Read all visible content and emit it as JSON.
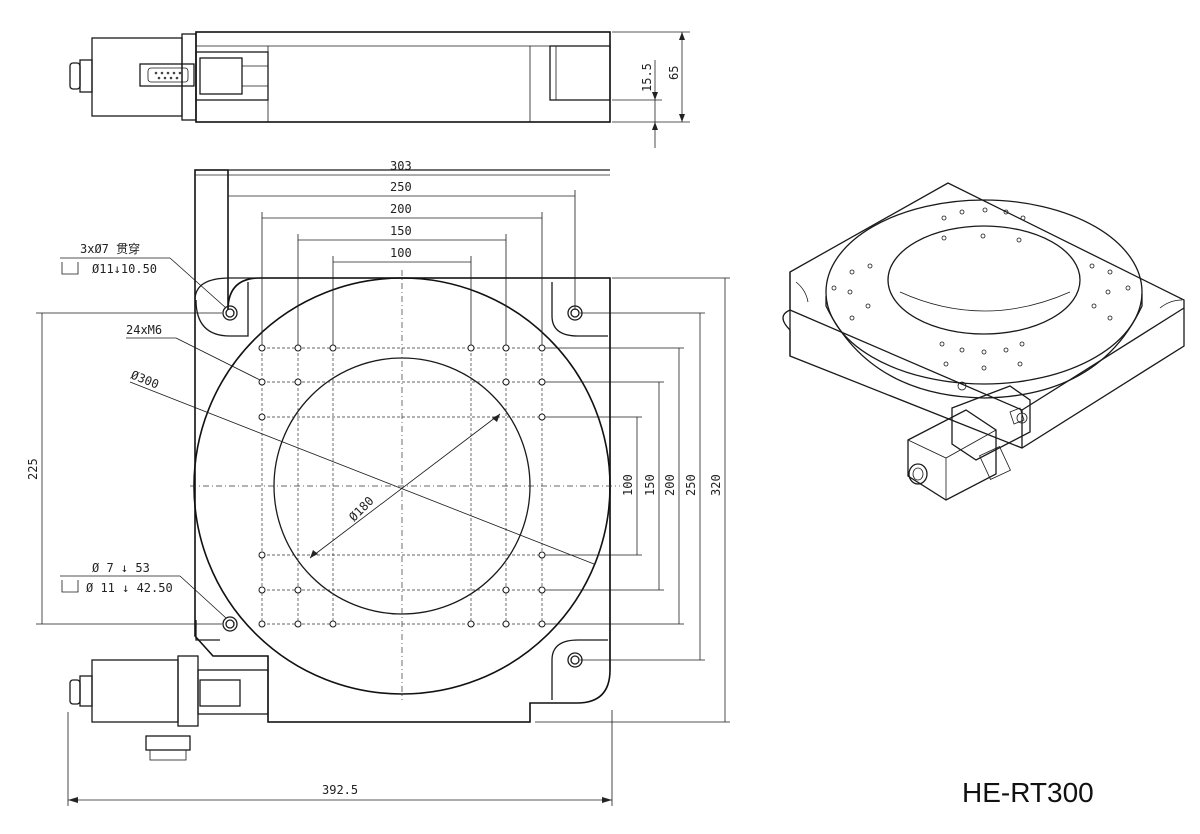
{
  "title": "HE-RT300",
  "side_view": {
    "dim_height": "65",
    "dim_step": "15.5"
  },
  "top_view": {
    "dim_width_horizontal": [
      "303",
      "250",
      "200",
      "150",
      "100"
    ],
    "dim_width_vertical": [
      "100",
      "150",
      "200",
      "250",
      "320"
    ],
    "dim_left": "225",
    "dim_overall": "392.5",
    "callout_through_holes": {
      "line1": "3xØ7 贯穿",
      "line2": "Ø11↓10.50"
    },
    "callout_tapped": "24xM6",
    "callout_outer_dia": "Ø300",
    "callout_inner_dia": "Ø180",
    "callout_counterbore": {
      "line1": "Ø 7 ↓ 53",
      "line2": "Ø 11 ↓ 42.50"
    }
  },
  "colors": {
    "line": "#1a1a1a",
    "background": "#ffffff"
  }
}
